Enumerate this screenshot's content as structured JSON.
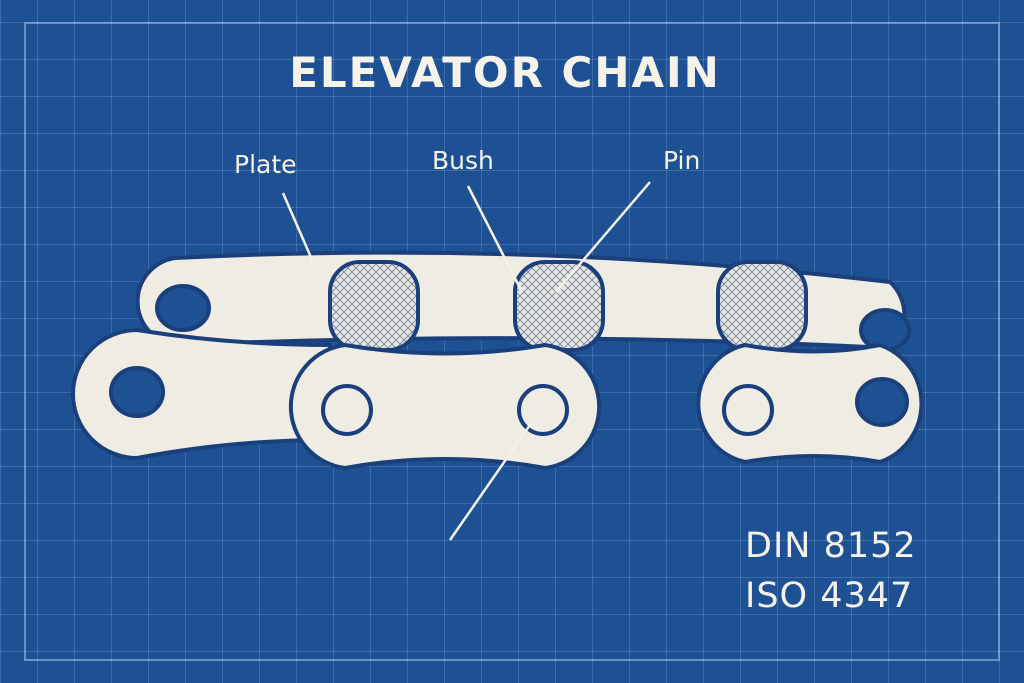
{
  "title": "ELEVATOR CHAIN",
  "labels": {
    "plate": "Plate",
    "bush": "Bush",
    "pin": "Pin"
  },
  "standards": [
    "DIN 8152",
    "ISO 4347"
  ],
  "colors": {
    "background": "#1e5193",
    "ink": "#f5f2ea",
    "outline": "#1a3f7a"
  }
}
